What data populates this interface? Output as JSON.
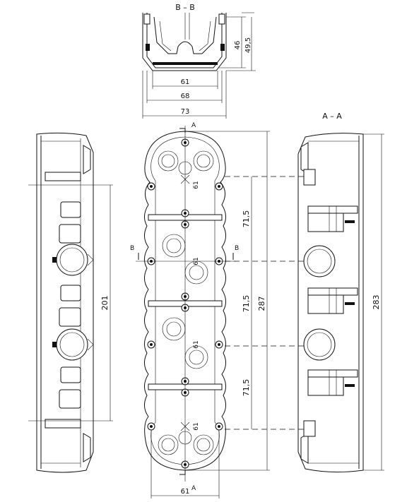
{
  "sections": {
    "bb_label": "B – B",
    "aa_label": "A – A",
    "a_marker": "A",
    "b_marker": "B"
  },
  "dims": {
    "bb_depth_inner": "46",
    "bb_depth_outer": "49,5",
    "bb_w_inner": "61",
    "bb_w_mid": "68",
    "bb_w_outer": "73",
    "side_height": "201",
    "front_height": "287",
    "section_height": "283",
    "pitch": "71,5",
    "hole_spacing": "61",
    "bottom_width": "61"
  },
  "colors": {
    "line": "#111111",
    "background": "#ffffff"
  }
}
